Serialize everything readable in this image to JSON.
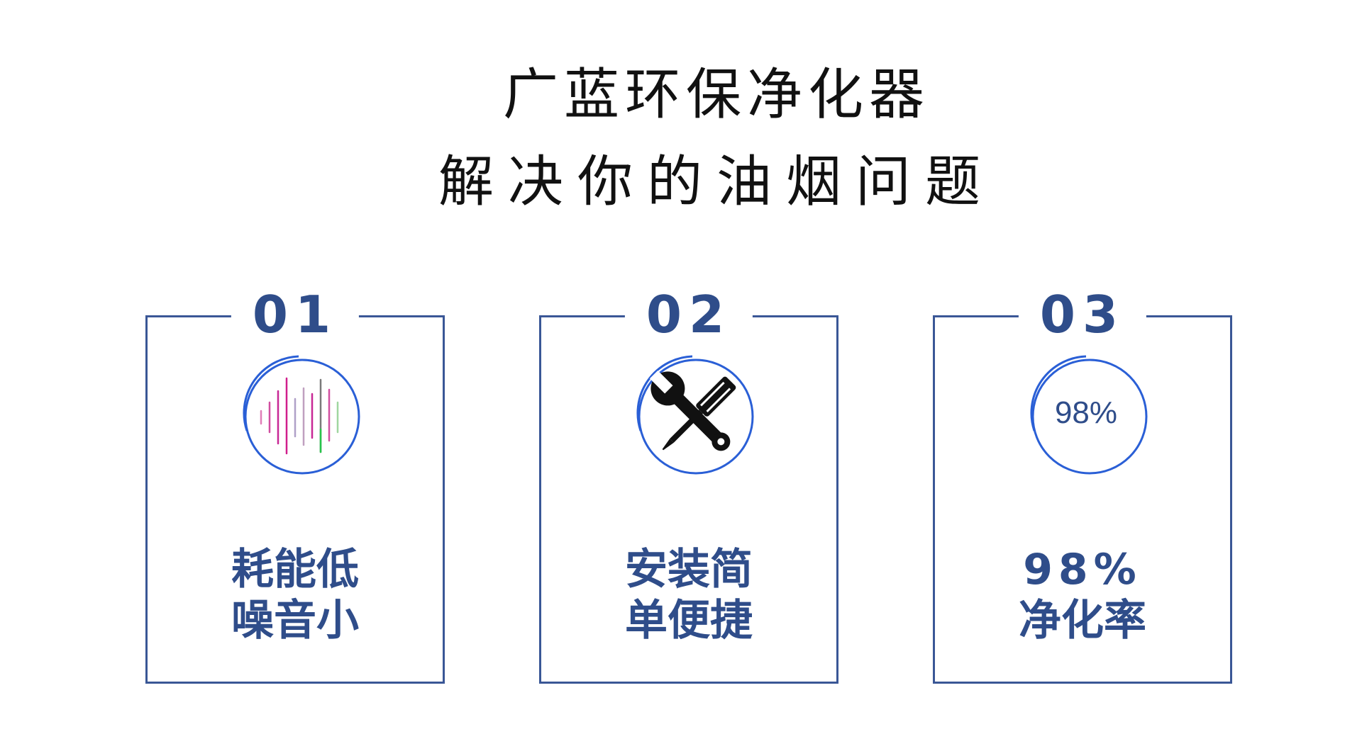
{
  "headline": {
    "line1": "广蓝环保净化器",
    "line2": "解决你的油烟问题"
  },
  "colors": {
    "accent": "#2f4d8a",
    "ring": "#2a5fd6",
    "border": "#3a5796"
  },
  "cards": [
    {
      "number": "01",
      "icon": "sound-wave-icon",
      "caption_line1": "耗能低",
      "caption_line2": "噪音小"
    },
    {
      "number": "02",
      "icon": "wrench-screwdriver-icon",
      "caption_line1": "安装简",
      "caption_line2": "单便捷"
    },
    {
      "number": "03",
      "icon": "percentage-badge-icon",
      "badge": "98%",
      "caption_line1": "98%",
      "caption_line2": "净化率"
    }
  ]
}
